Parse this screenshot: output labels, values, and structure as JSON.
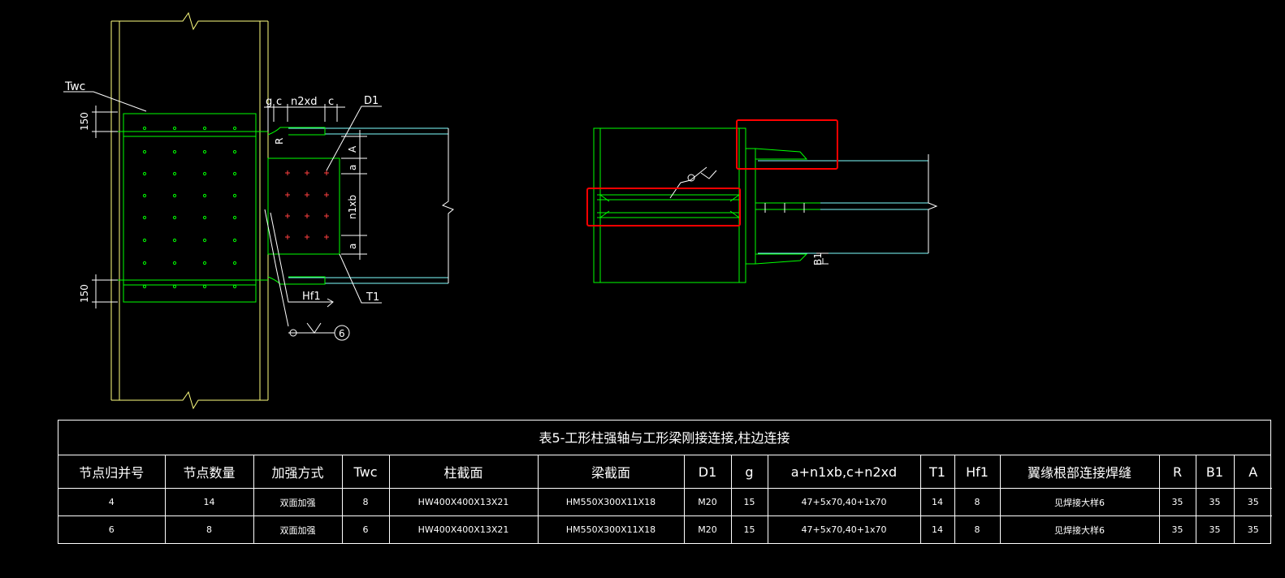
{
  "colors": {
    "background": "#000000",
    "column_lines": "#ffff80",
    "green": "#00ff00",
    "beam_cyan": "#80ffff",
    "bolt_red": "#ff4040",
    "highlight_red": "#ff0000",
    "white": "#ffffff"
  },
  "drawing": {
    "left_view": {
      "label_twc": "Twc",
      "dim_top_150": "150",
      "dim_bottom_150": "150",
      "label_g": "g",
      "label_c1": "c",
      "label_n2xd": "n2xd",
      "label_c2": "c",
      "label_d1": "D1",
      "label_r": "R",
      "label_a": "A",
      "label_a_top": "a",
      "label_n1xb": "n1xb",
      "label_a_bottom": "a",
      "label_hf1": "Hf1",
      "label_t1": "T1",
      "weld_circle_number": "6"
    },
    "right_view": {
      "label_b1": "B1"
    }
  },
  "table": {
    "title": "表5-工形柱强轴与工形梁刚接连接,柱边连接",
    "headers": [
      "节点归并号",
      "节点数量",
      "加强方式",
      "Twc",
      "柱截面",
      "梁截面",
      "D1",
      "g",
      "a+n1xb,c+n2xd",
      "T1",
      "Hf1",
      "翼缘根部连接焊缝",
      "R",
      "B1",
      "A"
    ],
    "rows": [
      [
        "4",
        "14",
        "双面加强",
        "8",
        "HW400X400X13X21",
        "HM550X300X11X18",
        "M20",
        "15",
        "47+5x70,40+1x70",
        "14",
        "8",
        "见焊接大样6",
        "35",
        "35",
        "35"
      ],
      [
        "6",
        "8",
        "双面加强",
        "6",
        "HW400X400X13X21",
        "HM550X300X11X18",
        "M20",
        "15",
        "47+5x70,40+1x70",
        "14",
        "8",
        "见焊接大样6",
        "35",
        "35",
        "35"
      ]
    ]
  }
}
